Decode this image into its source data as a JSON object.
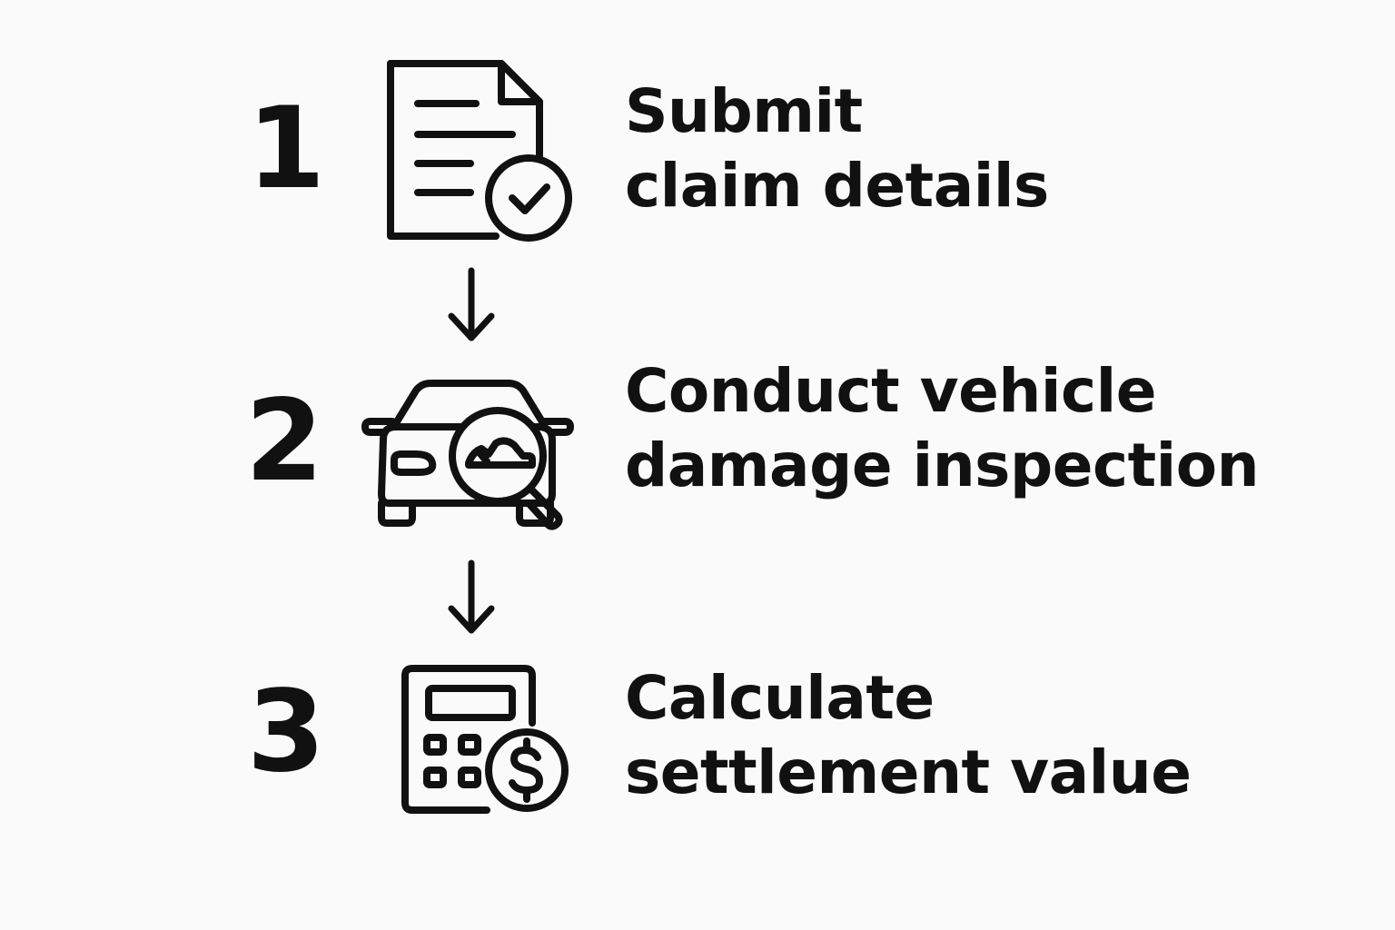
{
  "colors": {
    "background": "#fafafa",
    "ink": "#111111"
  },
  "steps": [
    {
      "number": "1",
      "icon": "document-check-icon",
      "line1": "Submit",
      "line2": "claim details"
    },
    {
      "number": "2",
      "icon": "car-inspection-icon",
      "line1": "Conduct vehicle",
      "line2": "damage inspection"
    },
    {
      "number": "3",
      "icon": "calculator-dollar-icon",
      "line1": "Calculate",
      "line2": "settlement value"
    }
  ],
  "connectors": [
    {
      "icon": "arrow-down-icon"
    },
    {
      "icon": "arrow-down-icon"
    }
  ]
}
